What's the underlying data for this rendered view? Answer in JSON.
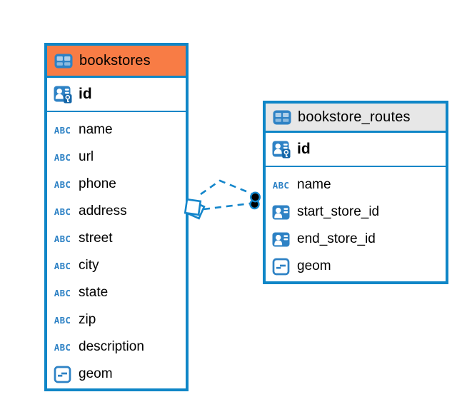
{
  "diagram": {
    "tables": [
      {
        "name": "bookstores",
        "icon": "table-icon",
        "header_bg": "#F87C45",
        "primary_keys": [
          {
            "label": "id",
            "icon": "pk-icon"
          }
        ],
        "columns": [
          {
            "label": "name",
            "icon": "varchar-icon"
          },
          {
            "label": "url",
            "icon": "varchar-icon"
          },
          {
            "label": "phone",
            "icon": "varchar-icon"
          },
          {
            "label": "address",
            "icon": "varchar-icon"
          },
          {
            "label": "street",
            "icon": "varchar-icon"
          },
          {
            "label": "city",
            "icon": "varchar-icon"
          },
          {
            "label": "state",
            "icon": "varchar-icon"
          },
          {
            "label": "zip",
            "icon": "varchar-icon"
          },
          {
            "label": "description",
            "icon": "varchar-icon"
          },
          {
            "label": "geom",
            "icon": "object-icon"
          }
        ]
      },
      {
        "name": "bookstore_routes",
        "icon": "table-icon",
        "header_bg": "#E7E7E7",
        "primary_keys": [
          {
            "label": "id",
            "icon": "pk-icon"
          }
        ],
        "columns": [
          {
            "label": "name",
            "icon": "varchar-icon"
          },
          {
            "label": "start_store_id",
            "icon": "fk-icon"
          },
          {
            "label": "end_store_id",
            "icon": "fk-icon"
          },
          {
            "label": "geom",
            "icon": "object-icon"
          }
        ]
      }
    ],
    "relations": [
      {
        "between": [
          "bookstores",
          "bookstore_routes"
        ],
        "line_style": "dashed",
        "bookstores_end_marker": "diamond",
        "bookstore_routes_end_marker": "dot"
      },
      {
        "between": [
          "bookstores",
          "bookstore_routes"
        ],
        "line_style": "dashed",
        "bookstores_end_marker": "diamond",
        "bookstore_routes_end_marker": "dot"
      }
    ],
    "colors": {
      "table_border": "#0F86C7",
      "relation_line": "#1486CB",
      "bookstores_header_bg": "#F87C45",
      "bookstore_routes_header_bg": "#E7E7E7",
      "icon_blue": "#2E82C5",
      "text": "#000000",
      "background": "#FFFFFF"
    }
  }
}
